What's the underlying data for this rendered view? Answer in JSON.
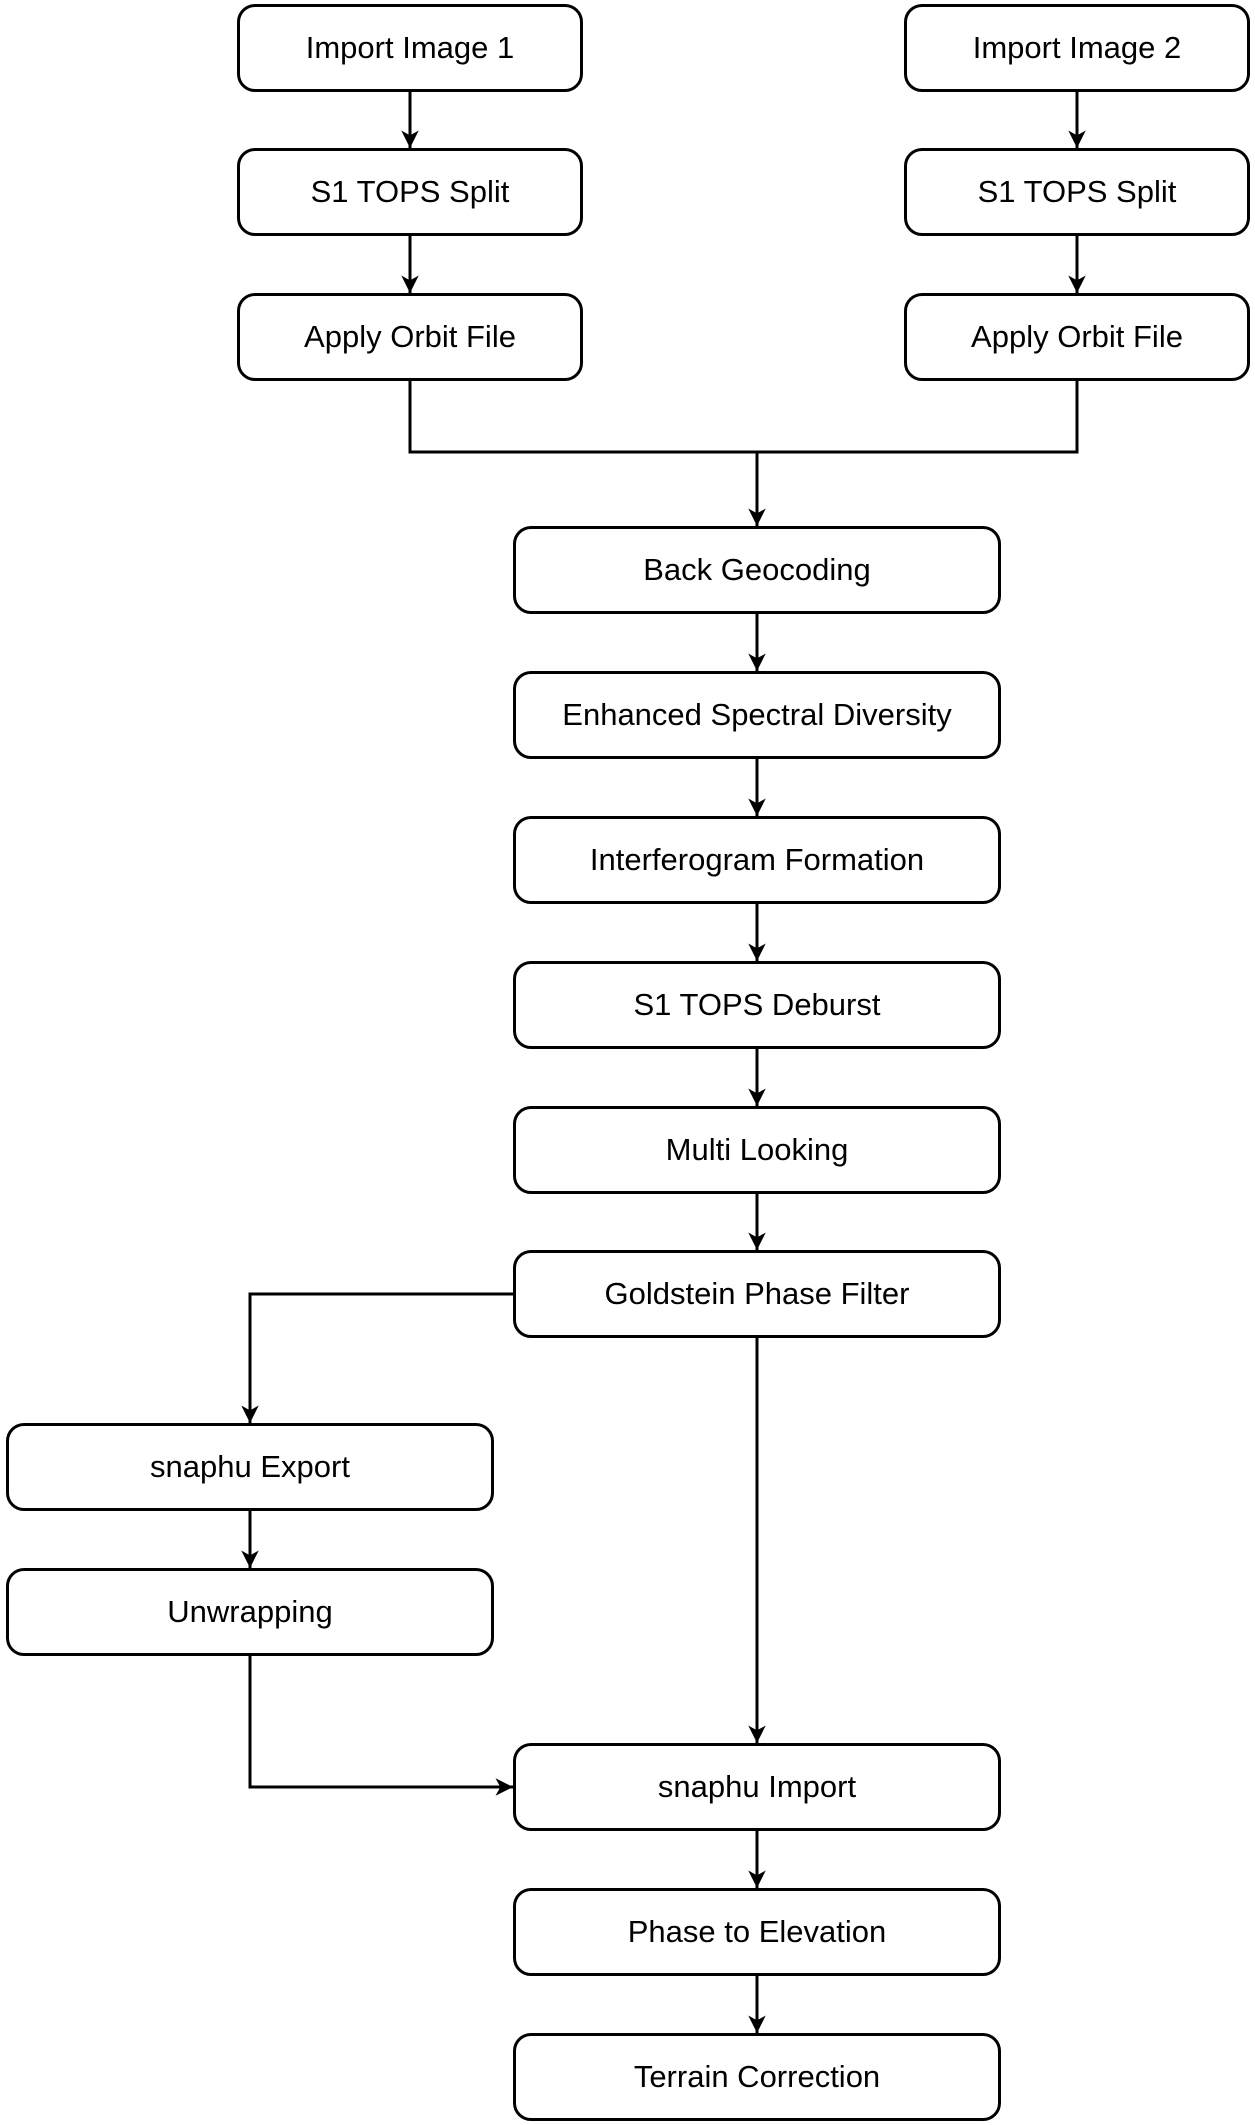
{
  "diagram": {
    "type": "flowchart",
    "colors": {
      "background": "#ffffff",
      "node_fill": "#ffffff",
      "node_stroke": "#000000",
      "connector": "#000000",
      "text": "#000000"
    },
    "nodes": [
      {
        "id": "import-image-1",
        "label": "Import Image 1"
      },
      {
        "id": "s1-tops-split-left",
        "label": "S1 TOPS Split"
      },
      {
        "id": "apply-orbit-file-left",
        "label": "Apply Orbit File"
      },
      {
        "id": "import-image-2",
        "label": "Import Image 2"
      },
      {
        "id": "s1-tops-split-right",
        "label": "S1 TOPS Split"
      },
      {
        "id": "apply-orbit-file-right",
        "label": "Apply Orbit File"
      },
      {
        "id": "back-geocoding",
        "label": "Back Geocoding"
      },
      {
        "id": "enhanced-spectral-diversity",
        "label": "Enhanced Spectral Diversity"
      },
      {
        "id": "interferogram-formation",
        "label": "Interferogram Formation"
      },
      {
        "id": "s1-tops-deburst",
        "label": "S1 TOPS Deburst"
      },
      {
        "id": "multi-looking",
        "label": "Multi Looking"
      },
      {
        "id": "goldstein-phase-filter",
        "label": "Goldstein Phase Filter"
      },
      {
        "id": "snaphu-export",
        "label": "snaphu Export"
      },
      {
        "id": "unwrapping",
        "label": "Unwrapping"
      },
      {
        "id": "snaphu-import",
        "label": "snaphu Import"
      },
      {
        "id": "phase-to-elevation",
        "label": "Phase to Elevation"
      },
      {
        "id": "terrain-correction",
        "label": "Terrain Correction"
      }
    ],
    "edges": [
      {
        "from": "import-image-1",
        "to": "s1-tops-split-left"
      },
      {
        "from": "s1-tops-split-left",
        "to": "apply-orbit-file-left"
      },
      {
        "from": "import-image-2",
        "to": "s1-tops-split-right"
      },
      {
        "from": "s1-tops-split-right",
        "to": "apply-orbit-file-right"
      },
      {
        "from": "apply-orbit-file-left",
        "to": "back-geocoding"
      },
      {
        "from": "apply-orbit-file-right",
        "to": "back-geocoding"
      },
      {
        "from": "back-geocoding",
        "to": "enhanced-spectral-diversity"
      },
      {
        "from": "enhanced-spectral-diversity",
        "to": "interferogram-formation"
      },
      {
        "from": "interferogram-formation",
        "to": "s1-tops-deburst"
      },
      {
        "from": "s1-tops-deburst",
        "to": "multi-looking"
      },
      {
        "from": "multi-looking",
        "to": "goldstein-phase-filter"
      },
      {
        "from": "goldstein-phase-filter",
        "to": "snaphu-export"
      },
      {
        "from": "snaphu-export",
        "to": "unwrapping"
      },
      {
        "from": "unwrapping",
        "to": "snaphu-import"
      },
      {
        "from": "goldstein-phase-filter",
        "to": "snaphu-import"
      },
      {
        "from": "snaphu-import",
        "to": "phase-to-elevation"
      },
      {
        "from": "phase-to-elevation",
        "to": "terrain-correction"
      }
    ]
  }
}
